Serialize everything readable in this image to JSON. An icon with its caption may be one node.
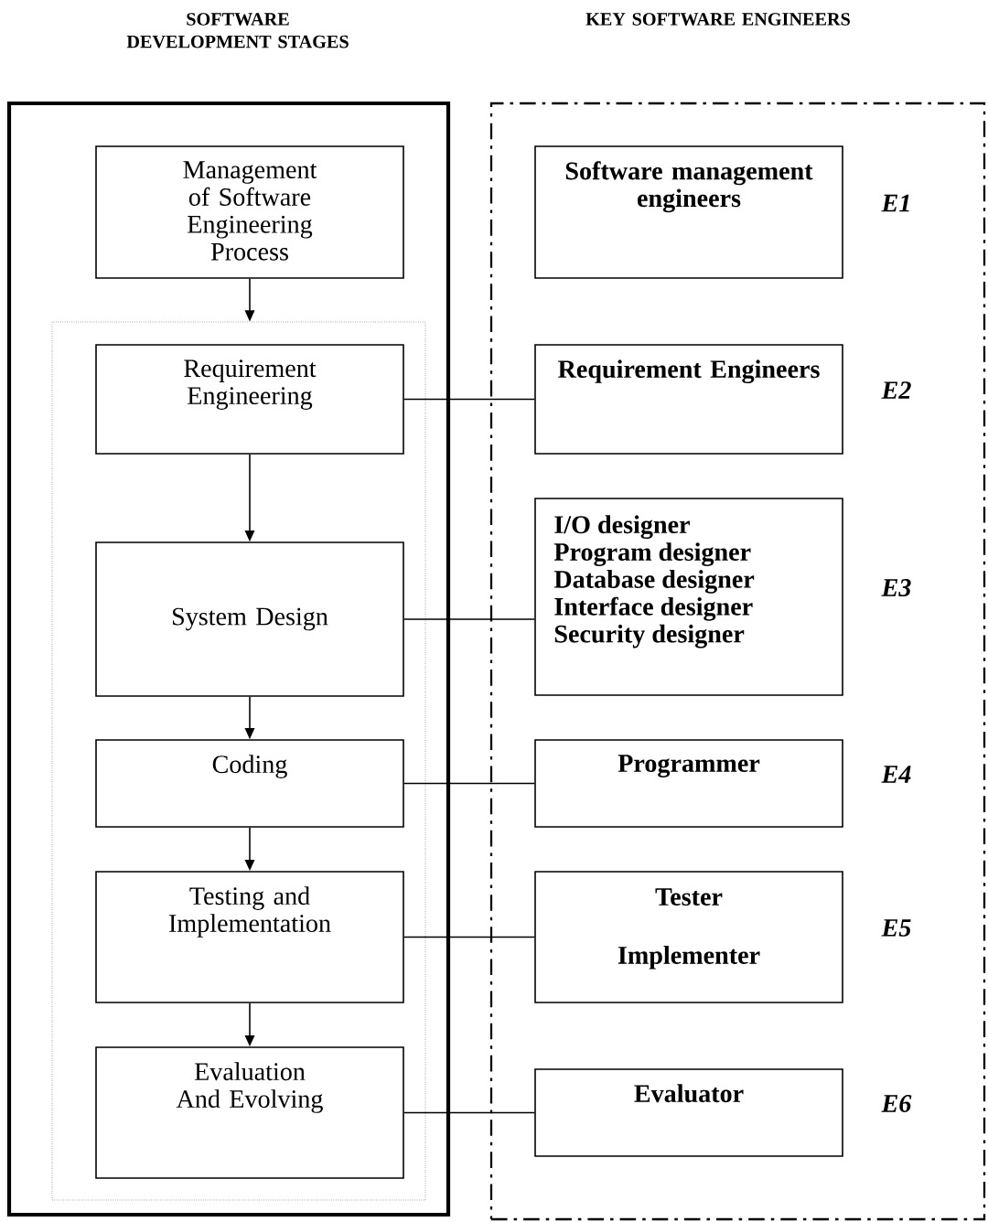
{
  "diagram": {
    "nodes": [
      {
        "text": [
          "SOFTWARE DEVELOPMENT STAGES"
        ]
      },
      {
        "text": [
          "KEY SOFTWARE ENGINEERS"
        ]
      },
      {
        "text": [
          "Management of Software Engineering Process"
        ],
        "in": 0
      },
      {
        "text": [],
        "shape": "box",
        "in": 0
      },
      {
        "text": [
          "Requirement Engineering"
        ],
        "in": 3
      },
      {
        "text": [
          "System Design"
        ],
        "in": 3
      },
      {
        "text": [
          "Coding"
        ],
        "in": 3
      },
      {
        "text": [
          "Testing and Implementation"
        ],
        "in": 3
      },
      {
        "text": [
          "Evaluation And Evolving"
        ],
        "in": 3
      },
      {
        "text": [
          "Software management engineers"
        ],
        "beside": [
          "E1"
        ],
        "in": 1
      },
      {
        "text": [
          "Requirement Engineers"
        ],
        "beside": [
          "E2"
        ],
        "in": 1
      },
      {
        "text": [
          "I/O designer",
          "Program designer",
          "Database designer",
          "Interface designer",
          "Security designer"
        ],
        "beside": [
          "E3"
        ],
        "in": 1
      },
      {
        "text": [
          "Programmer"
        ],
        "beside": [
          "E4"
        ],
        "in": 1
      },
      {
        "text": [
          "Tester",
          "Implementer"
        ],
        "beside": [
          "E5"
        ],
        "in": 1
      },
      {
        "text": [
          "Evaluator"
        ],
        "beside": [
          "E6"
        ],
        "in": 1
      }
    ],
    "edges": [
      {
        "from": 2,
        "to": 3,
        "arrow": "to"
      },
      {
        "from": 4,
        "to": 5,
        "arrow": "to"
      },
      {
        "from": 5,
        "to": 6,
        "arrow": "to"
      },
      {
        "from": 6,
        "to": 7,
        "arrow": "to"
      },
      {
        "from": 7,
        "to": 8,
        "arrow": "to"
      },
      {
        "from": 4,
        "to": 10,
        "arrow": "none"
      },
      {
        "from": 5,
        "to": 11,
        "arrow": "none"
      },
      {
        "from": 6,
        "to": 12,
        "arrow": "none"
      },
      {
        "from": 7,
        "to": 13,
        "arrow": "none"
      },
      {
        "from": 8,
        "to": 14,
        "arrow": "none"
      }
    ]
  }
}
